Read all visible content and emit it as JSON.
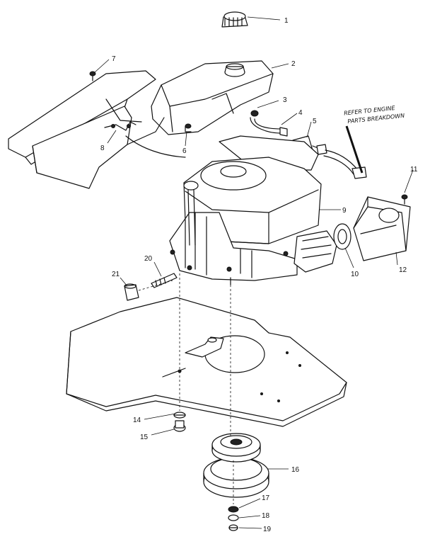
{
  "callouts": [
    {
      "id": "1",
      "text": "1"
    },
    {
      "id": "2",
      "text": "2"
    },
    {
      "id": "3",
      "text": "3"
    },
    {
      "id": "4",
      "text": "4"
    },
    {
      "id": "5",
      "text": "5"
    },
    {
      "id": "6",
      "text": "6"
    },
    {
      "id": "7",
      "text": "7"
    },
    {
      "id": "8",
      "text": "8"
    },
    {
      "id": "9",
      "text": "9"
    },
    {
      "id": "10",
      "text": "10"
    },
    {
      "id": "11",
      "text": "11"
    },
    {
      "id": "12",
      "text": "12"
    },
    {
      "id": "14",
      "text": "14"
    },
    {
      "id": "15",
      "text": "15"
    },
    {
      "id": "16",
      "text": "16"
    },
    {
      "id": "17",
      "text": "17"
    },
    {
      "id": "18",
      "text": "18"
    },
    {
      "id": "19",
      "text": "19"
    },
    {
      "id": "20",
      "text": "20"
    },
    {
      "id": "21",
      "text": "21"
    }
  ],
  "note": {
    "line1": "REFER TO ENGINE",
    "line2": "PARTS BREAKDOWN"
  }
}
